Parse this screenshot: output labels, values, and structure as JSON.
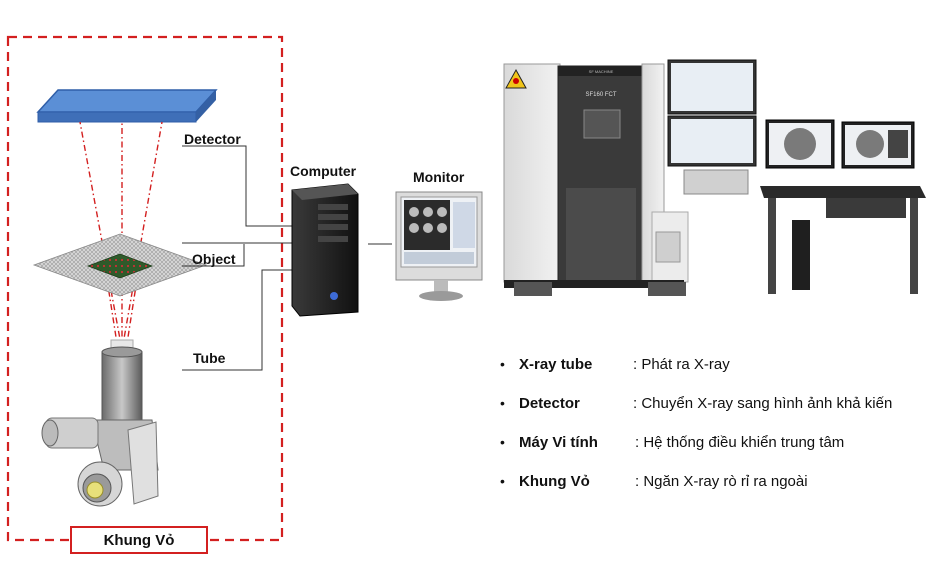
{
  "labels": {
    "detector": "Detector",
    "object": "Object",
    "tube": "Tube",
    "computer": "Computer",
    "monitor": "Monitor",
    "frame": "Khung Vỏ"
  },
  "machine": {
    "model_text": "SF160 FCT",
    "top_text": "SF MACHINE",
    "warning_icon": "radiation-warning-icon"
  },
  "legend": [
    {
      "term": "X-ray tube",
      "desc": ": Phát ra X-ray"
    },
    {
      "term": "Detector",
      "desc": ": Chuyển X-ray sang hình ảnh khả kiến"
    },
    {
      "term": "Máy Vi tính",
      "desc": ": Hệ thống điều khiển trung tâm"
    },
    {
      "term": "Khung Vỏ",
      "desc": ": Ngăn X-ray rò rỉ ra ngoài"
    }
  ],
  "colors": {
    "frame_border": "#d32020",
    "detector_plate": "#5b8fd6",
    "beam": "#d32020"
  }
}
